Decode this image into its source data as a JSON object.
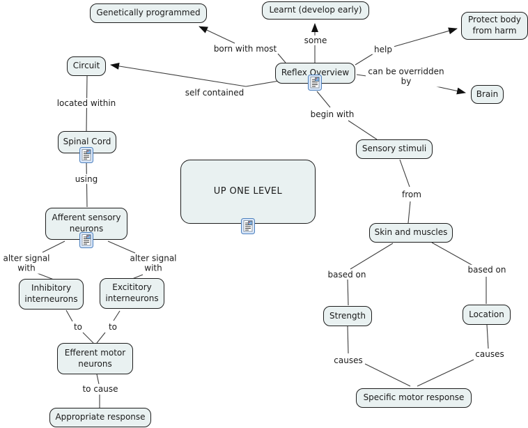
{
  "colors": {
    "background": "#ffffff",
    "node_fill": "#e9f1f1",
    "node_border": "#1c1c1c",
    "line": "#3c3c3c",
    "text": "#1a1a1a",
    "resource_icon_border": "#4a7ebc",
    "resource_icon_fill": "#d9e7fa"
  },
  "nodes": {
    "genetically_programmed": {
      "label": "Genetically programmed"
    },
    "learnt": {
      "label": "Learnt (develop early)"
    },
    "protect_body": {
      "label": "Protect body from harm"
    },
    "circuit": {
      "label": "Circuit"
    },
    "reflex_overview": {
      "label": "Reflex Overview",
      "resource_icon": "resource-document-icon"
    },
    "brain": {
      "label": "Brain"
    },
    "spinal_cord": {
      "label": "Spinal Cord",
      "resource_icon": "resource-document-icon"
    },
    "sensory_stimuli": {
      "label": "Sensory stimuli"
    },
    "up_one_level": {
      "label": "UP ONE LEVEL",
      "resource_icon": "resource-document-icon"
    },
    "afferent": {
      "label": "Afferent sensory neurons",
      "resource_icon": "resource-document-icon"
    },
    "skin_muscles": {
      "label": "Skin and muscles"
    },
    "inhibitory": {
      "label": "Inhibitory interneurons"
    },
    "excititory": {
      "label": "Excititory interneurons"
    },
    "strength": {
      "label": "Strength"
    },
    "location": {
      "label": "Location"
    },
    "efferent": {
      "label": "Efferent motor neurons"
    },
    "specific_motor": {
      "label": "Specific motor response"
    },
    "appropriate": {
      "label": "Appropriate response"
    }
  },
  "labels": {
    "born_with_most": "born with most",
    "some": "some",
    "help": "help",
    "can_be_overridden_by": "can be overridden by",
    "self_contained": "self contained",
    "located_within": "located within",
    "begin_with": "begin with",
    "using": "using",
    "from": "from",
    "alter_signal_left": "alter signal with",
    "alter_signal_right": "alter signal with",
    "based_on_left": "based on",
    "based_on_right": "based on",
    "to_left": "to",
    "to_right": "to",
    "causes_left": "causes",
    "causes_right": "causes",
    "to_cause": "to cause"
  },
  "edges": [
    {
      "from": "Reflex Overview",
      "label": "born with most",
      "to": "Genetically programmed",
      "arrow": true
    },
    {
      "from": "Reflex Overview",
      "label": "some",
      "to": "Learnt (develop early)",
      "arrow": true
    },
    {
      "from": "Reflex Overview",
      "label": "help",
      "to": "Protect body from harm",
      "arrow": true
    },
    {
      "from": "Reflex Overview",
      "label": "can be overridden by",
      "to": "Brain",
      "arrow": true
    },
    {
      "from": "Reflex Overview",
      "label": "self contained",
      "to": "Circuit",
      "arrow": true
    },
    {
      "from": "Circuit",
      "label": "located within",
      "to": "Spinal Cord",
      "arrow": false
    },
    {
      "from": "Spinal Cord",
      "label": "using",
      "to": "Afferent sensory neurons",
      "arrow": false
    },
    {
      "from": "Reflex Overview",
      "label": "begin with",
      "to": "Sensory stimuli",
      "arrow": false
    },
    {
      "from": "Sensory stimuli",
      "label": "from",
      "to": "Skin and muscles",
      "arrow": false
    },
    {
      "from": "Afferent sensory neurons",
      "label": "alter signal with",
      "to": "Inhibitory interneurons",
      "arrow": false
    },
    {
      "from": "Afferent sensory neurons",
      "label": "alter signal with",
      "to": "Excititory interneurons",
      "arrow": false
    },
    {
      "from": "Inhibitory interneurons",
      "label": "to",
      "to": "Efferent motor neurons",
      "arrow": false
    },
    {
      "from": "Excititory interneurons",
      "label": "to",
      "to": "Efferent motor neurons",
      "arrow": false
    },
    {
      "from": "Efferent motor neurons",
      "label": "to cause",
      "to": "Appropriate response",
      "arrow": false
    },
    {
      "from": "Skin and muscles",
      "label": "based on",
      "to": "Strength",
      "arrow": false
    },
    {
      "from": "Skin and muscles",
      "label": "based on",
      "to": "Location",
      "arrow": false
    },
    {
      "from": "Strength",
      "label": "causes",
      "to": "Specific motor response",
      "arrow": false
    },
    {
      "from": "Location",
      "label": "causes",
      "to": "Specific motor response",
      "arrow": false
    }
  ]
}
